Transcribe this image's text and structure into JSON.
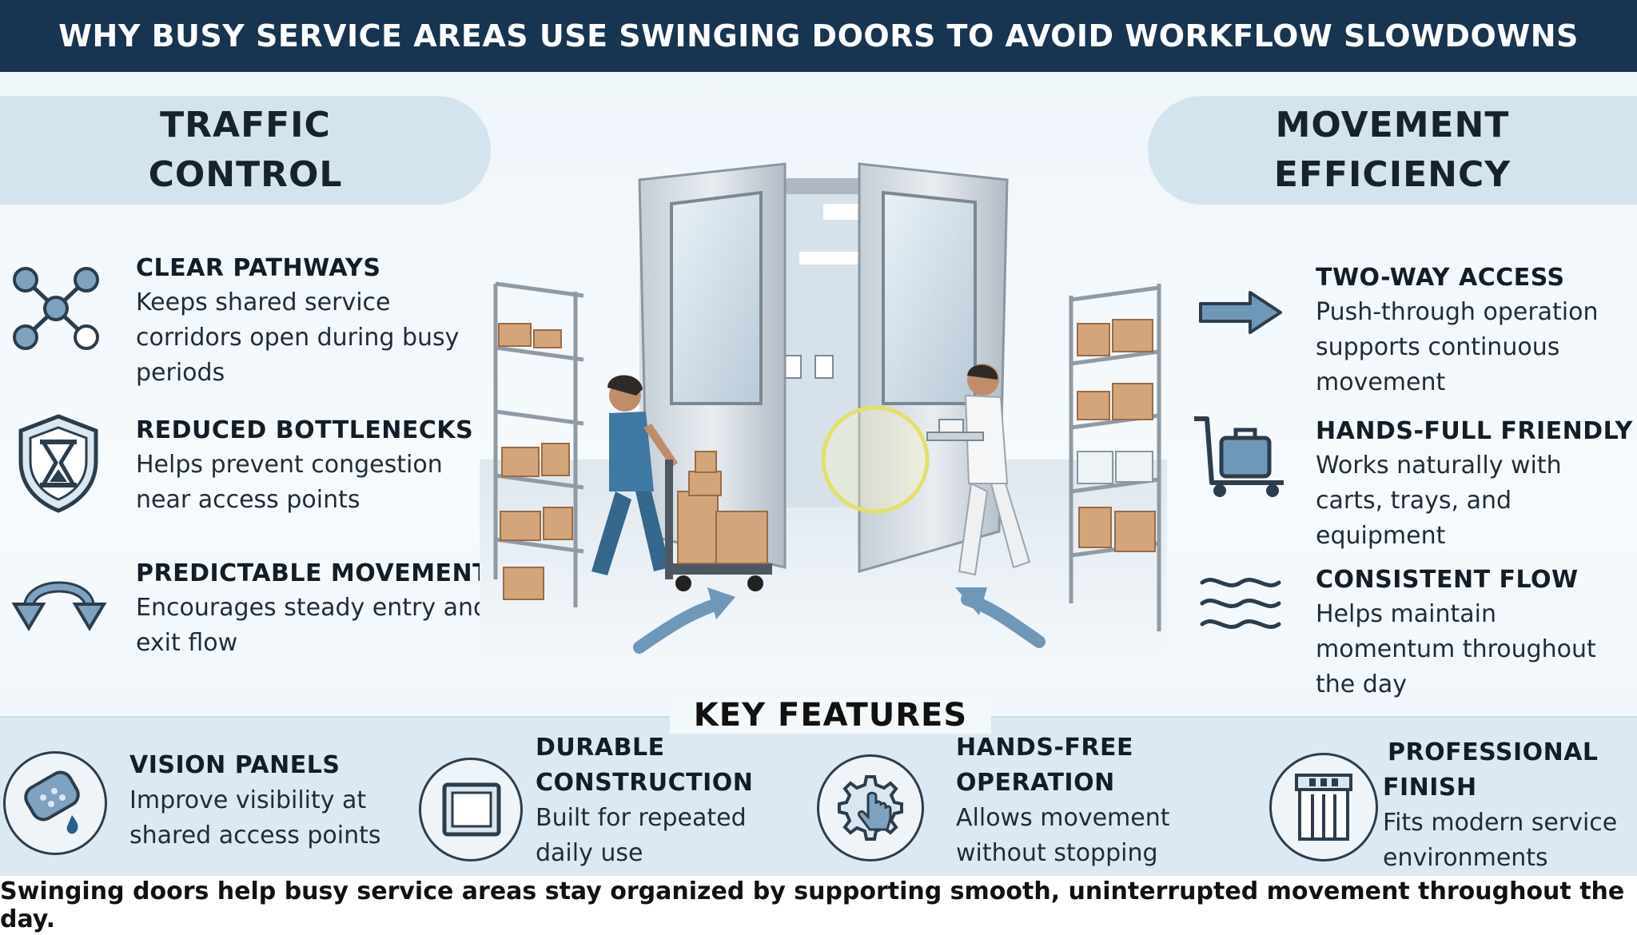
{
  "header": {
    "title": "WHY BUSY SERVICE AREAS USE SWINGING DOORS TO AVOID WORKFLOW SLOWDOWNS"
  },
  "left_panel": {
    "heading_line1": "TRAFFIC",
    "heading_line2": "CONTROL",
    "items": [
      {
        "icon": "network-nodes-icon",
        "title": "CLEAR PATHWAYS",
        "desc_lines": [
          "Keeps shared service",
          "corridors open during busy",
          "periods"
        ]
      },
      {
        "icon": "shield-hourglass-icon",
        "title": "REDUCED BOTTLENECKS",
        "desc_lines": [
          "Helps prevent congestion",
          "near access points"
        ]
      },
      {
        "icon": "circular-arrows-icon",
        "title": "PREDICTABLE MOVEMENT",
        "desc_lines": [
          "Encourages steady entry and",
          "exit flow"
        ]
      }
    ]
  },
  "right_panel": {
    "heading_line1": "MOVEMENT",
    "heading_line2": "EFFICIENCY",
    "items": [
      {
        "icon": "right-arrow-icon",
        "title": "TWO-WAY ACCESS",
        "desc_lines": [
          "Push-through operation",
          "supports continuous",
          "movement"
        ]
      },
      {
        "icon": "luggage-cart-icon",
        "title": "HANDS-FULL FRIENDLY",
        "desc_lines": [
          "Works naturally with",
          "carts, trays, and",
          "equipment"
        ]
      },
      {
        "icon": "waves-icon",
        "title": "CONSISTENT FLOW",
        "desc_lines": [
          "Helps maintain",
          "momentum throughout",
          "the day"
        ]
      }
    ]
  },
  "key_features": {
    "title": "KEY FEATURES",
    "items": [
      {
        "icon": "sponge-icon",
        "title_lines": [
          "VISION PANELS"
        ],
        "desc_lines": [
          "Improve visibility at",
          "shared access points"
        ]
      },
      {
        "icon": "window-panel-icon",
        "title_lines": [
          "DURABLE",
          "CONSTRUCTION"
        ],
        "desc_lines": [
          "Built for repeated",
          "daily use"
        ]
      },
      {
        "icon": "gear-hand-icon",
        "title_lines": [
          "HANDS-FREE",
          "OPERATION"
        ],
        "desc_lines": [
          "Allows movement",
          "without stopping"
        ]
      },
      {
        "icon": "building-icon",
        "title_lines": [
          "PROFESSIONAL",
          "FINISH"
        ],
        "desc_lines": [
          "Fits modern service",
          "environments"
        ]
      }
    ]
  },
  "footer": {
    "text": "Swinging doors help busy service areas stay organized by supporting smooth, uninterrupted movement throughout the day."
  },
  "colors": {
    "header_bg": "#173451",
    "pill_bg": "#d3e4ef",
    "band_bg": "#dde9f2",
    "icon_blue": "#6f97b8",
    "icon_dark": "#2b3d4d",
    "highlight": "#e3e06a"
  }
}
